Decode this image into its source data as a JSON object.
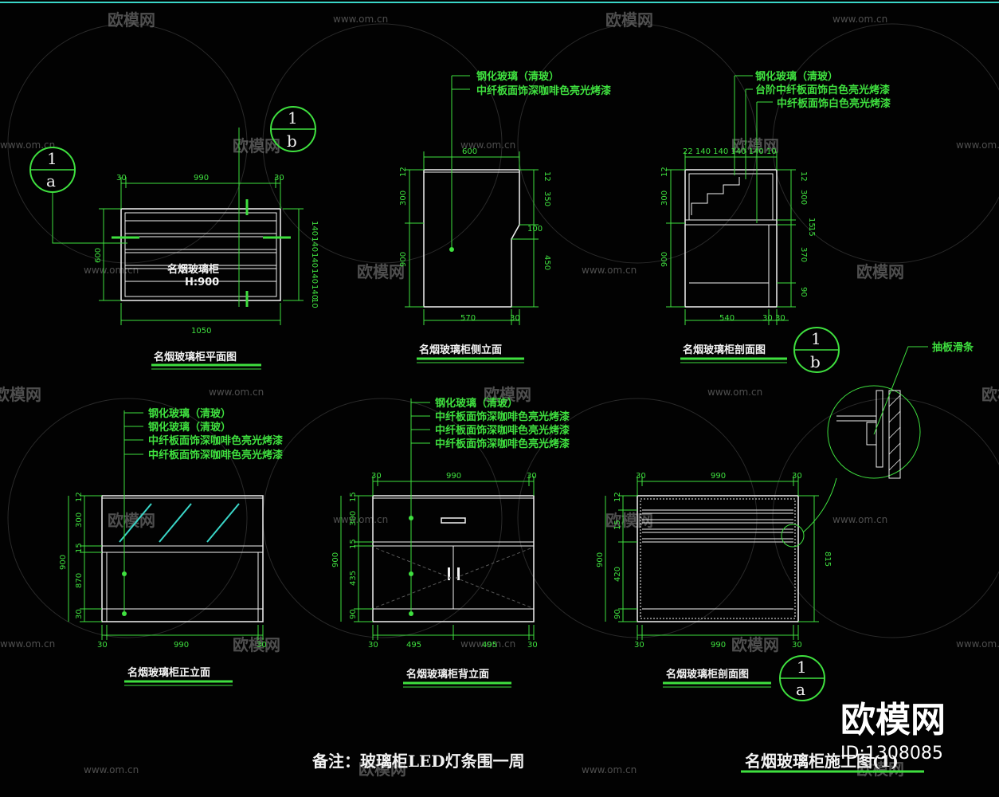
{
  "colors": {
    "background": "#020202",
    "dimension": "#3fe03f",
    "frame": "#f2f2f2",
    "accent": "#3ad6c8",
    "watermark": "#9a9a9a"
  },
  "plan": {
    "title": "名烟玻璃柜平面图",
    "label_main": "名烟玻璃柜",
    "label_height": "H:900",
    "dims": {
      "top_left": "30",
      "top_mid": "990",
      "top_right": "30",
      "left": "600",
      "bottom": "1050",
      "right": [
        "140",
        "140",
        "140",
        "140",
        "140",
        "10"
      ]
    }
  },
  "side_elev": {
    "title": "名烟玻璃柜侧立面",
    "notes": [
      "钢化玻璃（清玻）",
      "中纤板面饰深咖啡色亮光烤漆"
    ],
    "dims": {
      "top": "600",
      "left_top": "12",
      "left_mid": "300",
      "left_bottom": "900",
      "right_top": "12",
      "right_mid": "350",
      "right_low": "450",
      "right_diag": "100",
      "bottom_a": "570",
      "bottom_b": "30"
    }
  },
  "section_b": {
    "title": "名烟玻璃柜剖面图",
    "notes": [
      "钢化玻璃（清玻）",
      "台阶中纤板面饰白色亮光烤漆",
      "中纤板面饰白色亮光烤漆"
    ],
    "dims": {
      "top": "22 140 140 140 140 10",
      "left_top": "12",
      "left_mid": "300",
      "left_bottom": "900",
      "right_top": "12",
      "right_a": "300",
      "right_b": "15",
      "right_c": "15",
      "right_d": "370",
      "right_e": "90",
      "bottom_a": "540",
      "bottom_b": "30",
      "bottom_c": "30"
    }
  },
  "front_elev": {
    "title": "名烟玻璃柜正立面",
    "notes": [
      "钢化玻璃（清玻）",
      "钢化玻璃（清玻）",
      "中纤板面饰深咖啡色亮光烤漆",
      "中纤板面饰深咖啡色亮光烤漆"
    ],
    "dims": {
      "left_a": "12",
      "left_b": "300",
      "left_c": "15",
      "left_d": "870",
      "left_e": "30",
      "left_total": "900",
      "bottom_a": "30",
      "bottom_mid": "990",
      "bottom_b": "30"
    }
  },
  "back_elev": {
    "title": "名烟玻璃柜背立面",
    "notes": [
      "钢化玻璃（清玻）",
      "中纤板面饰深咖啡色亮光烤漆",
      "中纤板面饰深咖啡色亮光烤漆",
      "中纤板面饰深咖啡色亮光烤漆"
    ],
    "dims": {
      "top_a": "30",
      "top_mid": "990",
      "top_b": "30",
      "left_a": "15",
      "left_b": "300",
      "left_c": "15",
      "left_d": "435",
      "left_e": "90",
      "left_total": "900",
      "bottom_a": "30",
      "bottom_b": "495",
      "bottom_c": "495",
      "bottom_d": "30"
    }
  },
  "section_a": {
    "title": "名烟玻璃柜剖面图",
    "detail_note": "抽板滑条",
    "dims": {
      "top_a": "30",
      "top_mid": "990",
      "top_b": "30",
      "left_a": "12",
      "left_b": "15",
      "left_c": "420",
      "left_d": "90",
      "left_total": "900",
      "right": "815",
      "bottom_a": "30",
      "bottom_mid": "990",
      "bottom_b": "30"
    }
  },
  "tags": [
    {
      "num": "1",
      "letter": "a"
    },
    {
      "num": "1",
      "letter": "b"
    },
    {
      "num": "1",
      "letter": "b"
    },
    {
      "num": "1",
      "letter": "a"
    }
  ],
  "footer": {
    "note": "备注：玻璃柜LED灯条围一周",
    "sheet_title": "名烟玻璃柜施工图(1)"
  },
  "watermark": {
    "url": "www.om.cn",
    "brand": "欧模网"
  },
  "brand": {
    "name": "欧模网",
    "id": "ID:1308085"
  }
}
